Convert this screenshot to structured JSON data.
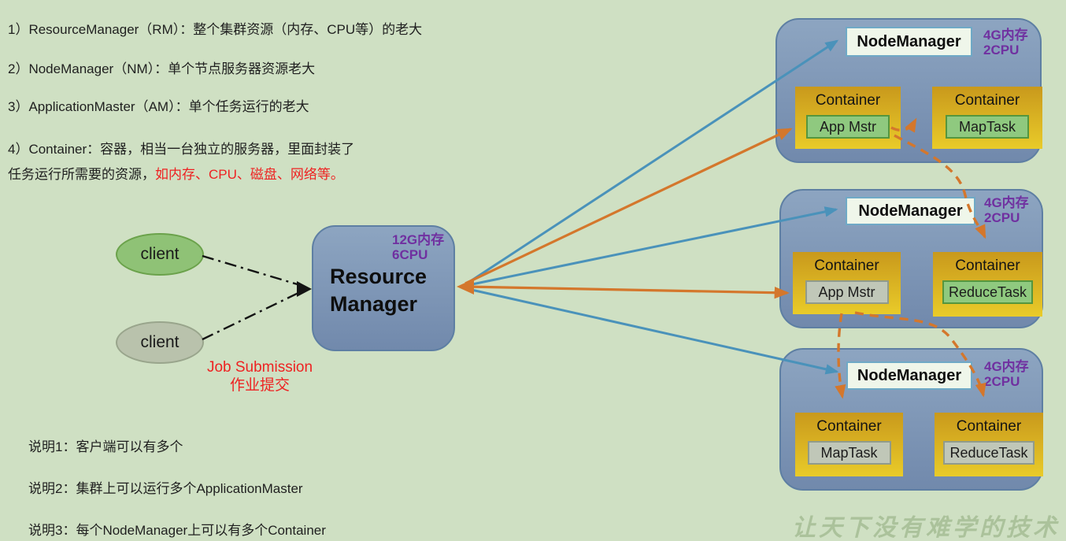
{
  "definitions": {
    "line1": "1）ResourceManager（RM）：整个集群资源（内存、CPU等）的老大",
    "line2": "2）NodeManager（NM）：单个节点服务器资源老大",
    "line3": "3）ApplicationMaster（AM）：单个任务运行的老大",
    "line4": "4）Container：容器，相当一台独立的服务器，里面封装了",
    "line5_black": "任务运行所需要的资源，",
    "line5_red": "如内存、CPU、磁盘、网络等。"
  },
  "clients": [
    {
      "label": "client",
      "color": "green"
    },
    {
      "label": "client",
      "color": "gray"
    }
  ],
  "job_submission": {
    "line1": "Job Submission",
    "line2": "作业提交"
  },
  "resource_manager": {
    "name_line1": "Resource",
    "name_line2": "Manager",
    "spec": {
      "memory": "12G内存",
      "cpu": "6CPU"
    }
  },
  "node_managers": [
    {
      "name": "NodeManager",
      "spec": {
        "memory": "4G内存",
        "cpu": "2CPU"
      },
      "containers": [
        {
          "label": "Container",
          "task": "App Mstr",
          "task_color": "green"
        },
        {
          "label": "Container",
          "task": "MapTask",
          "task_color": "green"
        }
      ]
    },
    {
      "name": "NodeManager",
      "spec": {
        "memory": "4G内存",
        "cpu": "2CPU"
      },
      "containers": [
        {
          "label": "Container",
          "task": "App Mstr",
          "task_color": "gray"
        },
        {
          "label": "Container",
          "task": "ReduceTask",
          "task_color": "green"
        }
      ]
    },
    {
      "name": "NodeManager",
      "spec": {
        "memory": "4G内存",
        "cpu": "2CPU"
      },
      "containers": [
        {
          "label": "Container",
          "task": "MapTask",
          "task_color": "gray"
        },
        {
          "label": "Container",
          "task": "ReduceTask",
          "task_color": "gray"
        }
      ]
    }
  ],
  "notes": [
    "说明1：客户端可以有多个",
    "说明2：集群上可以运行多个ApplicationMaster",
    "说明3：每个NodeManager上可以有多个Container"
  ],
  "watermark": "让天下没有难学的技术",
  "edges": [
    {
      "from": "client-1",
      "to": "ResourceManager",
      "style": "dash-dot",
      "color": "black",
      "label": "Job Submission / 作业提交"
    },
    {
      "from": "client-2",
      "to": "ResourceManager",
      "style": "dash-dot",
      "color": "black"
    },
    {
      "from": "ResourceManager",
      "to": "NodeManager-1",
      "style": "solid",
      "color": "blue"
    },
    {
      "from": "ResourceManager",
      "to": "NodeManager-2",
      "style": "solid",
      "color": "blue"
    },
    {
      "from": "ResourceManager",
      "to": "NodeManager-3",
      "style": "solid",
      "color": "blue"
    },
    {
      "from": "ResourceManager",
      "to": "AppMstr-NM1",
      "style": "solid",
      "color": "orange",
      "bidirectional": true
    },
    {
      "from": "ResourceManager",
      "to": "AppMstr-NM2",
      "style": "solid",
      "color": "orange",
      "bidirectional": true
    },
    {
      "from": "AppMstr-NM1",
      "to": "Container-MapTask-NM1",
      "style": "dashed",
      "color": "orange"
    },
    {
      "from": "AppMstr-NM1",
      "to": "Container-ReduceTask-NM2",
      "style": "dashed",
      "color": "orange"
    },
    {
      "from": "AppMstr-NM2",
      "to": "Container-MapTask-NM3",
      "style": "dashed",
      "color": "orange"
    },
    {
      "from": "AppMstr-NM2",
      "to": "Container-ReduceTask-NM3",
      "style": "dashed",
      "color": "orange"
    }
  ],
  "colors": {
    "background": "#cfe0c3",
    "node_box_top": "#8da5c1",
    "node_box_bottom": "#7189ac",
    "node_box_border": "#5e7fa3",
    "container_top": "#c9991c",
    "container_bottom": "#e9cb29",
    "task_green": "#8fc97f",
    "task_green_border": "#55963e",
    "task_gray": "#c0c7b8",
    "task_gray_border": "#919b8a",
    "nm_label_bg": "#eff6ea",
    "nm_label_border": "#6fa9c6",
    "client_green": "#8fc276",
    "client_green_border": "#6ba24b",
    "client_gray": "#b9c2ac",
    "client_gray_border": "#99a58c",
    "purple": "#7030a0",
    "red": "#ee2222",
    "arrow_blue": "#4a92ba",
    "arrow_orange": "#d4772c",
    "arrow_black": "#141414",
    "watermark": "#a8bf97"
  }
}
